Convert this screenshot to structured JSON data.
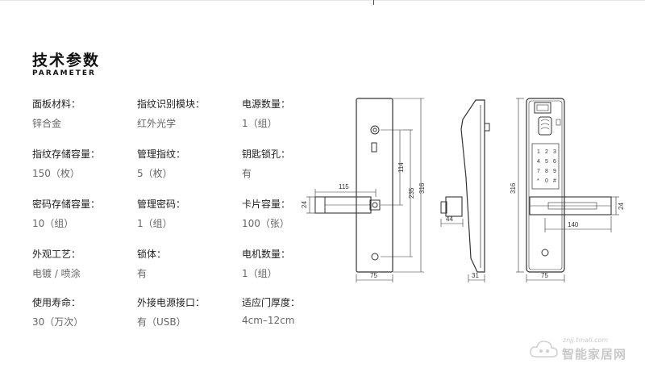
{
  "title": "技术参数",
  "subtitle": "PARAMETER",
  "specs": [
    {
      "label": "面板材料：",
      "value": "锌合金"
    },
    {
      "label": "指纹识别模块：",
      "value": "红外光学"
    },
    {
      "label": "电源数量：",
      "value": "1（组）"
    },
    {
      "label": "指纹存储容量：",
      "value": "150（枚）"
    },
    {
      "label": "管理指纹：",
      "value": "5（枚）"
    },
    {
      "label": "钥匙锁孔：",
      "value": "有"
    },
    {
      "label": "密码存储容量：",
      "value": "10（组）"
    },
    {
      "label": "管理密码：",
      "value": "1（组）"
    },
    {
      "label": "卡片容量：",
      "value": "100（张）"
    },
    {
      "label": "外观工艺：",
      "value": "电镀 / 喷涂"
    },
    {
      "label": "锁体：",
      "value": "有"
    },
    {
      "label": "电机数量：",
      "value": "1（组）"
    },
    {
      "label": "使用寿命：",
      "value": "30（万次）"
    },
    {
      "label": "外接电源接口：",
      "value": "有（USB）"
    },
    {
      "label": "适应门厚度：",
      "value": "4cm–12cm"
    }
  ],
  "dimensions": {
    "back_width": "75",
    "back_handle_reach": "115",
    "back_handle_width": "24",
    "back_hole_spacing": "114",
    "back_hole_to_bottom": "235",
    "back_height": "316",
    "side_depth": "31",
    "side_handle_depth": "44",
    "front_height": "316",
    "front_width": "75",
    "front_handle_length": "140",
    "front_handle_width": "24"
  },
  "keypad_keys": [
    "1",
    "2",
    "3",
    "4",
    "5",
    "6",
    "7",
    "8",
    "9",
    "*",
    "0",
    "#"
  ],
  "watermark": {
    "url": "znjj.tmall.com",
    "text": "智能家居网"
  }
}
